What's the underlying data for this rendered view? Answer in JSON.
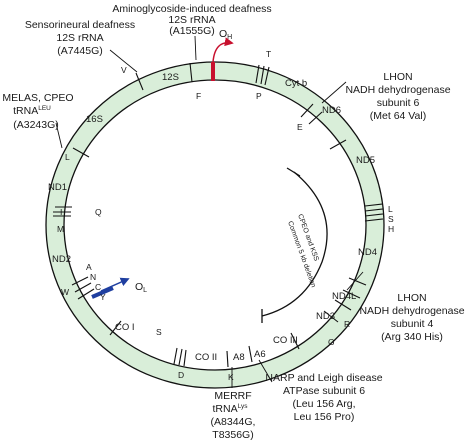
{
  "colors": {
    "ring_fill": "#d9eed9",
    "ring_stroke": "#111111",
    "origin_heavy": "#c8102e",
    "origin_light": "#1f3fa0"
  },
  "origins": {
    "heavy": "O",
    "heavy_sub": "H",
    "light": "O",
    "light_sub": "L"
  },
  "genes": {
    "s12": "12S",
    "s16": "16S",
    "cytb": "Cyt b",
    "nd6": "ND6",
    "nd5": "ND5",
    "nd4": "ND4",
    "nd4l": "ND4L",
    "nd3": "ND3",
    "co3": "CO III",
    "a6": "A6",
    "a8": "A8",
    "co2": "CO II",
    "co1": "CO I",
    "nd2": "ND2",
    "nd1": "ND1"
  },
  "trnas": {
    "F": "F",
    "V": "V",
    "T": "T",
    "P": "P",
    "E": "E",
    "L": "L",
    "I": "I",
    "Q": "Q",
    "M": "M",
    "A": "A",
    "N": "N",
    "C": "C",
    "Y": "Y",
    "W": "W",
    "S": "S",
    "D": "D",
    "K": "K",
    "G": "G",
    "R": "R",
    "L2": "L",
    "S2": "S",
    "H": "H"
  },
  "deletion": {
    "line1": "CPEO and KSS",
    "line2": "Common 5 kb deletion"
  },
  "annotations": {
    "aminoglycoside": {
      "line1": "Aminoglycoside-induced deafness",
      "line2": "12S rRNA",
      "line3": "(A1555G)"
    },
    "sensorineural": {
      "line1": "Sensorineural deafness",
      "line2": "12S rRNA",
      "line3": "(A7445G)"
    },
    "melas": {
      "line1": "MELAS, CPEO",
      "line2_main": "tRNA",
      "line2_sup": "LEU",
      "line3": "(A3243G)"
    },
    "lhon_nd6": {
      "line1": "LHON",
      "line2": "NADH dehydrogenase",
      "line3": "subunit 6",
      "line4": "(Met 64 Val)"
    },
    "lhon_nd4": {
      "line1": "LHON",
      "line2": "NADH dehydrogenase",
      "line3": "subunit 4",
      "line4": "(Arg 340 His)"
    },
    "narp": {
      "line1": "NARP and Leigh disease",
      "line2": "ATPase subunit 6",
      "line3": "(Leu 156 Arg,",
      "line4": "Leu 156 Pro)"
    },
    "merrf": {
      "line1": "MERRF",
      "line2_main": "tRNA",
      "line2_sup": "Lys",
      "line3": "(A8344G,",
      "line4": "T8356G)"
    }
  }
}
